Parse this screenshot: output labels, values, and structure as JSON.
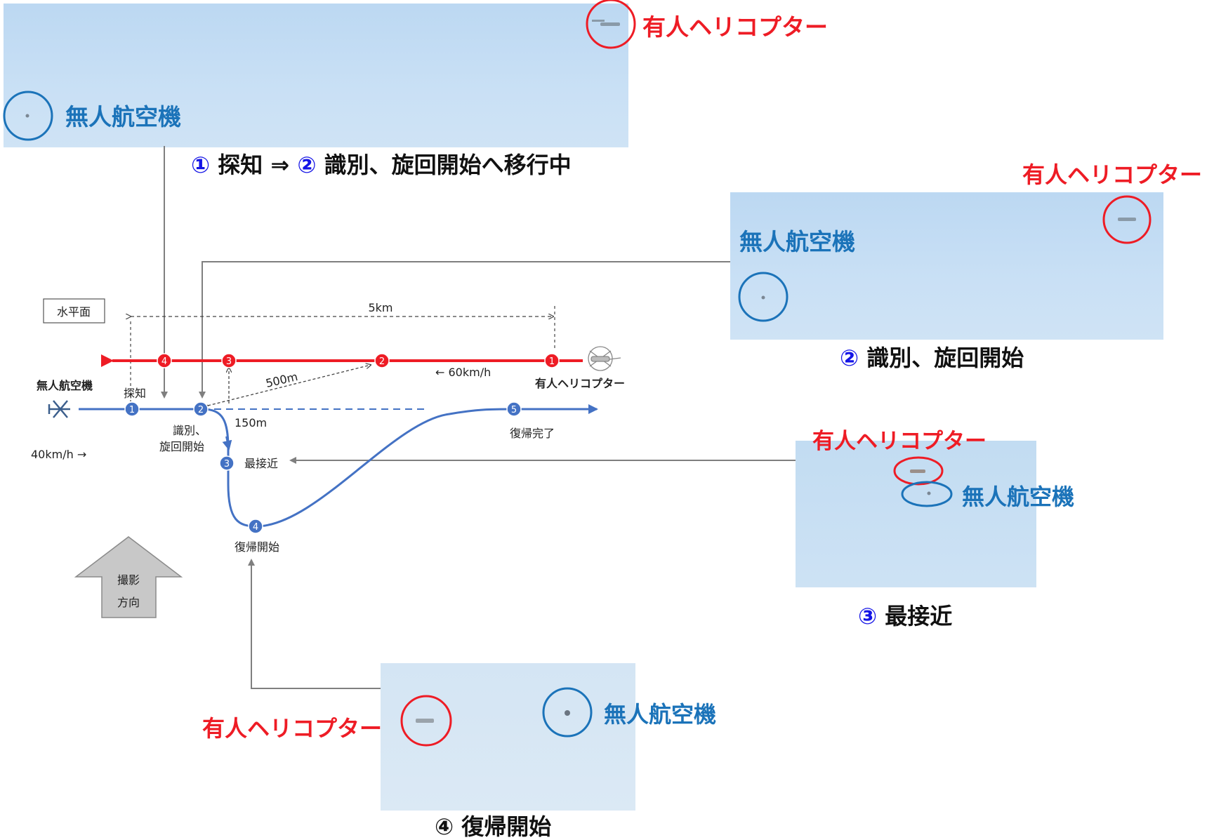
{
  "labels": {
    "manned_heli": "有人ヘリコプター",
    "drone": "無人航空機"
  },
  "captions": {
    "c1_num1": "①",
    "c1_text1": "探知",
    "c1_arrow": "⇒",
    "c1_num2": "②",
    "c1_text2": "識別、旋回開始へ移行中",
    "c2_num": "②",
    "c2_text": "識別、旋回開始",
    "c3_num": "③",
    "c3_text": "最接近",
    "c4_num": "④",
    "c4_text": "復帰開始"
  },
  "diagram": {
    "plane_box": "水平面",
    "distance_5km": "5km",
    "distance_500m": "500m",
    "distance_150m": "150m",
    "heli_speed": "← 60km/h",
    "heli_label": "有人ヘリコプター",
    "drone_label": "無人航空機",
    "drone_speed": "40km/h →",
    "point1_label": "探知",
    "point2_label_a": "識別、",
    "point2_label_b": "旋回開始",
    "point3_label": "最接近",
    "point4_label": "復帰開始",
    "point5_label": "復帰完了",
    "camera_dir_a": "撮影",
    "camera_dir_b": "方向",
    "red_markers": [
      "4",
      "3",
      "2",
      "1"
    ],
    "blue_markers": [
      "1",
      "2",
      "3",
      "4",
      "5"
    ]
  },
  "colors": {
    "red": "#ee1c25",
    "blue": "#1b73b9",
    "path_blue": "#4472c4",
    "gray": "#7f7f7f"
  }
}
